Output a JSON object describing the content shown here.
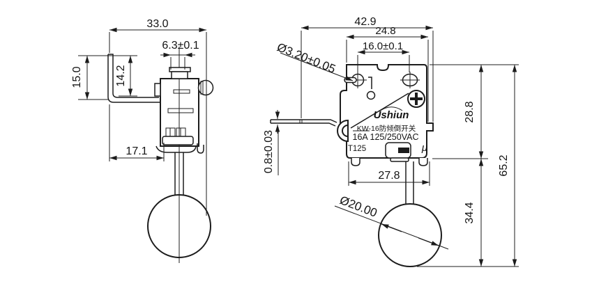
{
  "drawing": {
    "background_color": "#ffffff",
    "line_color": "#1c1c1c",
    "left_view": {
      "overall_width": "33.0",
      "plunger_width": "6.3±0.1",
      "bracket_height": "15.0",
      "bracket_inner_height": "14.2",
      "bracket_depth": "17.1"
    },
    "right_view": {
      "overall_width": "42.9",
      "flange_width": "24.8",
      "hole_spacing": "16.0±0.1",
      "mounting_hole_dia": "Ø3.20±0.05",
      "lever_thickness": "0.8±0.03",
      "body_width": "27.8",
      "body_height": "28.8",
      "overall_height": "65.2",
      "ball_drop": "34.4",
      "ball_dia": "Ø20.00"
    },
    "markings": {
      "brand": "Ushiun",
      "model": "KW-16防倾倒开关",
      "rating": "16A  125/250VAC",
      "thermal": "T125",
      "micro_gap_symbol": "μ"
    }
  }
}
